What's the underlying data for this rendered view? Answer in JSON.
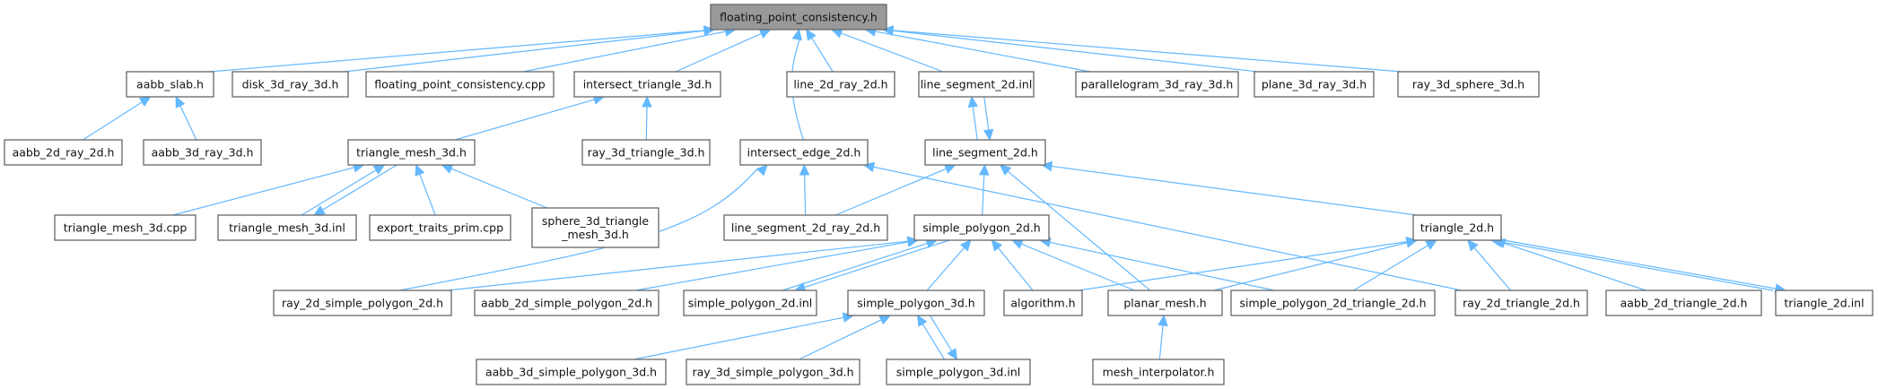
{
  "diagram": {
    "type": "include-dependency-graph",
    "root": "floating_point_consistency.h",
    "colors": {
      "edge": "#63b8ff",
      "node_border": "#666666",
      "root_fill": "#999999",
      "node_fill": "#ffffff"
    },
    "nodes": [
      {
        "id": "fpc_h",
        "label": [
          "floating_point_consistency.h"
        ],
        "root": true
      },
      {
        "id": "aabb_slab",
        "label": [
          "aabb_slab.h"
        ]
      },
      {
        "id": "disk",
        "label": [
          "disk_3d_ray_3d.h"
        ]
      },
      {
        "id": "fpc_cpp",
        "label": [
          "floating_point_consistency.cpp"
        ]
      },
      {
        "id": "itri3d",
        "label": [
          "intersect_triangle_3d.h"
        ]
      },
      {
        "id": "l2dr2d",
        "label": [
          "line_2d_ray_2d.h"
        ]
      },
      {
        "id": "ls2d_inl",
        "label": [
          "line_segment_2d.inl"
        ]
      },
      {
        "id": "para",
        "label": [
          "parallelogram_3d_ray_3d.h"
        ]
      },
      {
        "id": "plane",
        "label": [
          "plane_3d_ray_3d.h"
        ]
      },
      {
        "id": "sphere",
        "label": [
          "ray_3d_sphere_3d.h"
        ]
      },
      {
        "id": "aabb2d",
        "label": [
          "aabb_2d_ray_2d.h"
        ]
      },
      {
        "id": "aabb3d",
        "label": [
          "aabb_3d_ray_3d.h"
        ]
      },
      {
        "id": "tm3d_h",
        "label": [
          "triangle_mesh_3d.h"
        ]
      },
      {
        "id": "r3dt3d",
        "label": [
          "ray_3d_triangle_3d.h"
        ]
      },
      {
        "id": "ie2d",
        "label": [
          "intersect_edge_2d.h"
        ]
      },
      {
        "id": "ls2d_h",
        "label": [
          "line_segment_2d.h"
        ]
      },
      {
        "id": "tm3d_cpp",
        "label": [
          "triangle_mesh_3d.cpp"
        ]
      },
      {
        "id": "tm3d_inl",
        "label": [
          "triangle_mesh_3d.inl"
        ]
      },
      {
        "id": "etp",
        "label": [
          "export_traits_prim.cpp"
        ]
      },
      {
        "id": "s3dtm",
        "label": [
          "sphere_3d_triangle",
          "_mesh_3d.h"
        ]
      },
      {
        "id": "ls2dr2d",
        "label": [
          "line_segment_2d_ray_2d.h"
        ]
      },
      {
        "id": "sp2d_h",
        "label": [
          "simple_polygon_2d.h"
        ]
      },
      {
        "id": "t2d_h",
        "label": [
          "triangle_2d.h"
        ]
      },
      {
        "id": "r2dsp",
        "label": [
          "ray_2d_simple_polygon_2d.h"
        ]
      },
      {
        "id": "a2dsp",
        "label": [
          "aabb_2d_simple_polygon_2d.h"
        ]
      },
      {
        "id": "sp2d_inl",
        "label": [
          "simple_polygon_2d.inl"
        ]
      },
      {
        "id": "sp3d_h",
        "label": [
          "simple_polygon_3d.h"
        ]
      },
      {
        "id": "algo",
        "label": [
          "algorithm.h"
        ]
      },
      {
        "id": "pmesh",
        "label": [
          "planar_mesh.h"
        ]
      },
      {
        "id": "sp2dt2d",
        "label": [
          "simple_polygon_2d_triangle_2d.h"
        ]
      },
      {
        "id": "r2dt2d",
        "label": [
          "ray_2d_triangle_2d.h"
        ]
      },
      {
        "id": "a2dt2d",
        "label": [
          "aabb_2d_triangle_2d.h"
        ]
      },
      {
        "id": "t2d_inl",
        "label": [
          "triangle_2d.inl"
        ]
      },
      {
        "id": "a3dsp",
        "label": [
          "aabb_3d_simple_polygon_3d.h"
        ]
      },
      {
        "id": "r3dsp",
        "label": [
          "ray_3d_simple_polygon_3d.h"
        ]
      },
      {
        "id": "sp3d_inl",
        "label": [
          "simple_polygon_3d.inl"
        ]
      },
      {
        "id": "minterp",
        "label": [
          "mesh_interpolator.h"
        ]
      }
    ],
    "edges": [
      {
        "from": "aabb_slab",
        "to": "fpc_h"
      },
      {
        "from": "disk",
        "to": "fpc_h"
      },
      {
        "from": "fpc_cpp",
        "to": "fpc_h"
      },
      {
        "from": "itri3d",
        "to": "fpc_h"
      },
      {
        "from": "ie2d",
        "to": "fpc_h"
      },
      {
        "from": "l2dr2d",
        "to": "fpc_h"
      },
      {
        "from": "ls2d_inl",
        "to": "fpc_h"
      },
      {
        "from": "para",
        "to": "fpc_h"
      },
      {
        "from": "plane",
        "to": "fpc_h"
      },
      {
        "from": "sphere",
        "to": "fpc_h"
      },
      {
        "from": "aabb2d",
        "to": "aabb_slab"
      },
      {
        "from": "aabb3d",
        "to": "aabb_slab"
      },
      {
        "from": "tm3d_h",
        "to": "itri3d"
      },
      {
        "from": "r3dt3d",
        "to": "itri3d"
      },
      {
        "from": "ls2d_h",
        "to": "ls2d_inl"
      },
      {
        "from": "ls2d_inl",
        "to": "ls2d_h"
      },
      {
        "from": "tm3d_cpp",
        "to": "tm3d_h"
      },
      {
        "from": "tm3d_inl",
        "to": "tm3d_h"
      },
      {
        "from": "tm3d_h",
        "to": "tm3d_inl"
      },
      {
        "from": "etp",
        "to": "tm3d_h"
      },
      {
        "from": "s3dtm",
        "to": "tm3d_h"
      },
      {
        "from": "ls2dr2d",
        "to": "ie2d"
      },
      {
        "from": "r2dsp",
        "to": "ie2d"
      },
      {
        "from": "r2dt2d",
        "to": "ie2d"
      },
      {
        "from": "ls2dr2d",
        "to": "ls2d_h"
      },
      {
        "from": "sp2d_h",
        "to": "ls2d_h"
      },
      {
        "from": "pmesh",
        "to": "ls2d_h"
      },
      {
        "from": "t2d_h",
        "to": "ls2d_h"
      },
      {
        "from": "r2dsp",
        "to": "sp2d_h"
      },
      {
        "from": "a2dsp",
        "to": "sp2d_h"
      },
      {
        "from": "sp2d_inl",
        "to": "sp2d_h"
      },
      {
        "from": "sp2d_h",
        "to": "sp2d_inl"
      },
      {
        "from": "sp3d_h",
        "to": "sp2d_h"
      },
      {
        "from": "algo",
        "to": "sp2d_h"
      },
      {
        "from": "pmesh",
        "to": "sp2d_h"
      },
      {
        "from": "sp2dt2d",
        "to": "sp2d_h"
      },
      {
        "from": "algo",
        "to": "t2d_h"
      },
      {
        "from": "pmesh",
        "to": "t2d_h"
      },
      {
        "from": "sp2dt2d",
        "to": "t2d_h"
      },
      {
        "from": "r2dt2d",
        "to": "t2d_h"
      },
      {
        "from": "a2dt2d",
        "to": "t2d_h"
      },
      {
        "from": "t2d_inl",
        "to": "t2d_h"
      },
      {
        "from": "t2d_h",
        "to": "t2d_inl"
      },
      {
        "from": "a3dsp",
        "to": "sp3d_h"
      },
      {
        "from": "r3dsp",
        "to": "sp3d_h"
      },
      {
        "from": "sp3d_inl",
        "to": "sp3d_h"
      },
      {
        "from": "sp3d_h",
        "to": "sp3d_inl"
      },
      {
        "from": "minterp",
        "to": "pmesh"
      }
    ]
  }
}
